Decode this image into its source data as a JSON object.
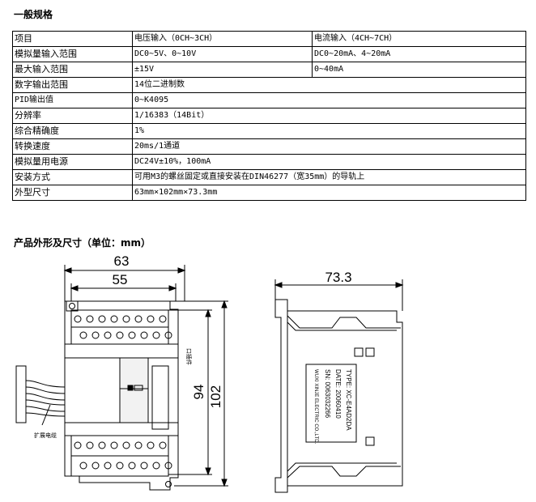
{
  "section_general": "一般规格",
  "spec_table": [
    [
      "项目",
      "电压输入（0CH~3CH）",
      "电流输入（4CH~7CH）"
    ],
    [
      "模拟量输入范围",
      "DC0~5V、0~10V",
      "DC0~20mA、4~20mA"
    ],
    [
      "最大输入范围",
      "±15V",
      "0~40mA"
    ],
    [
      "数字输出范围",
      "14位二进制数"
    ],
    [
      "PID输出值",
      "0~K4095"
    ],
    [
      "分辨率",
      "1/16383（14Bit）"
    ],
    [
      "综合精确度",
      "1%"
    ],
    [
      "转换速度",
      "20ms/1通道"
    ],
    [
      "模拟量用电源",
      "DC24V±10%，100mA"
    ],
    [
      "安装方式",
      "可用M3的螺丝固定或直接安装在DIN46277（宽35mm）的导轨上"
    ],
    [
      "外型尺寸",
      "63mm×102mm×73.3mm"
    ]
  ],
  "section_dimensions": "产品外形及尺寸（单位：mm）",
  "drawing": {
    "dim_width_total": "63",
    "dim_width_inner": "55",
    "dim_height_inner": "94",
    "dim_height_total": "102",
    "dim_depth": "73.3",
    "cable_label": "扩展电缆",
    "port_label": "口插件",
    "label_lines": [
      "TYPE: XC-E4AD2DA",
      "DATE: 20060410",
      "SN: 0063032266",
      "WUXI XINJE ELECTRIC CO.,LTD."
    ]
  }
}
